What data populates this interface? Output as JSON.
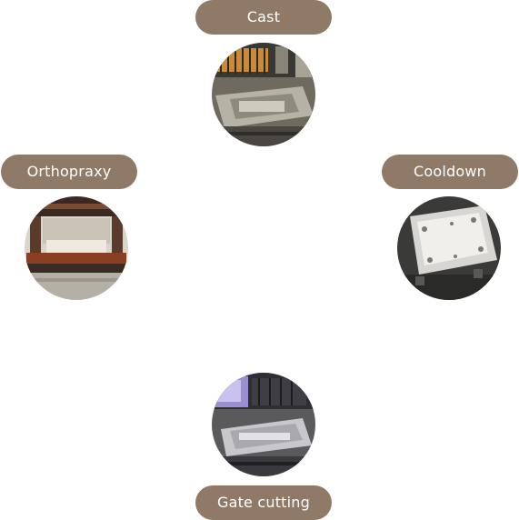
{
  "colors": {
    "pill_background": "#8f7a67",
    "pill_text": "#ffffff",
    "page_background": "#ffffff"
  },
  "steps": {
    "cast": {
      "label": "Cast",
      "image": "cast-machine-photo"
    },
    "orthopraxy": {
      "label": "Orthopraxy",
      "image": "orthopraxy-press-photo"
    },
    "cooldown": {
      "label": "Cooldown",
      "image": "cooldown-casting-photo"
    },
    "gate_cutting": {
      "label": "Gate cutting",
      "image": "gate-cutting-machine-photo"
    }
  }
}
